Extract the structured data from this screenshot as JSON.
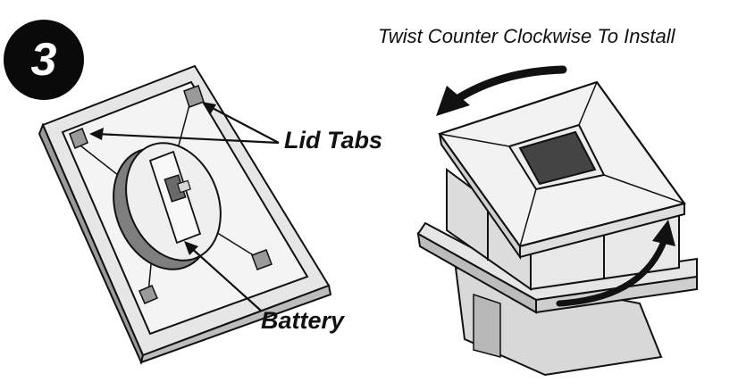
{
  "step": {
    "number": "3"
  },
  "labels": {
    "lid_tabs": "Lid Tabs",
    "battery": "Battery",
    "instruction": "Twist Counter Clockwise To Install"
  },
  "colors": {
    "ink": "#111111",
    "fill_light": "#f2f2f2",
    "fill_mid": "#cfcfcf",
    "fill_dark": "#8a8a8a"
  }
}
